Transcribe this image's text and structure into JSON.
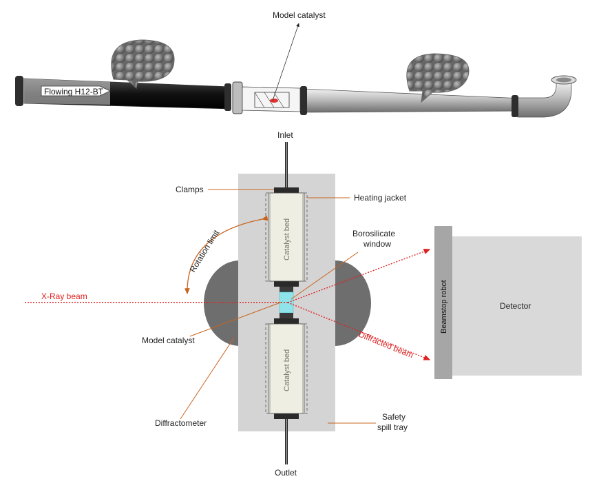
{
  "top_illustration": {
    "model_catalyst_label": "Model catalyst",
    "flow_label": "Flowing H12-BT"
  },
  "setup": {
    "inlet": "Inlet",
    "outlet": "Outlet",
    "clamps": "Clamps",
    "heating_jacket": "Heating jacket",
    "rotation_limit": "Rotation limit",
    "borosilicate_window_line1": "Borosilicate",
    "borosilicate_window_line2": "window",
    "xray_beam": "X-Ray beam",
    "model_catalyst": "Model catalyst",
    "diffracted_beam": "Diffracted beam",
    "catalyst_bed_top": "Catalyst bed",
    "catalyst_bed_bottom": "Catalyst bed",
    "beamstop_robot": "Beamstop robot",
    "detector": "Detector",
    "diffractometer": "Diffractometer",
    "safety_spill_tray_line1": "Safety",
    "safety_spill_tray_line2": "spill tray"
  },
  "colors": {
    "beam": "#e02020",
    "leader_orange": "#c8641e",
    "tray_grey": "#d4d4d4",
    "diffractometer_grey": "#6e6e6e",
    "detector_grey": "#d9d9d9",
    "beamstop_grey": "#a6a6a6",
    "catalyst_bed": "#eeeee2",
    "window_cyan": "#8fe3ea"
  }
}
